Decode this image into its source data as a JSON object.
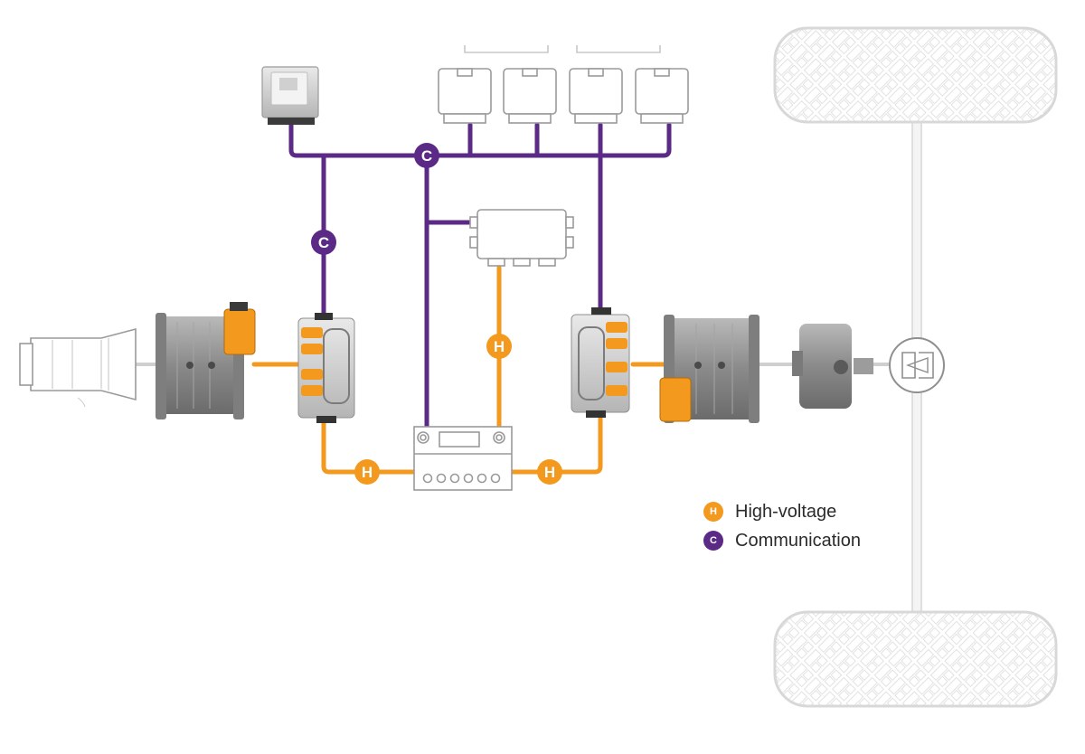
{
  "colors": {
    "high_voltage": "#f39a1e",
    "communication": "#5b2a86",
    "outline": "#c9c9c9",
    "machine": "#8d8d8d"
  },
  "badges": {
    "communication_letter": "C",
    "high_voltage_letter": "H"
  },
  "legend": {
    "items": [
      {
        "key": "high_voltage",
        "letter": "H",
        "label": "High-voltage"
      },
      {
        "key": "communication",
        "letter": "C",
        "label": "Communication"
      }
    ]
  },
  "icons": {
    "axle_left": "e-axle-icon",
    "front_motor": "electric-motor-icon",
    "front_inverter": "inverter-icon",
    "battery": "battery-icon",
    "charger": "dc-converter-box-icon",
    "control_unit": "vehicle-control-unit-icon",
    "ecus": "ecu-module-icon",
    "rear_inverter": "inverter-icon",
    "rear_motor": "electric-motor-icon",
    "gearbox": "gearbox-icon",
    "differential": "differential-icon",
    "wheels": "wheel-icon"
  }
}
